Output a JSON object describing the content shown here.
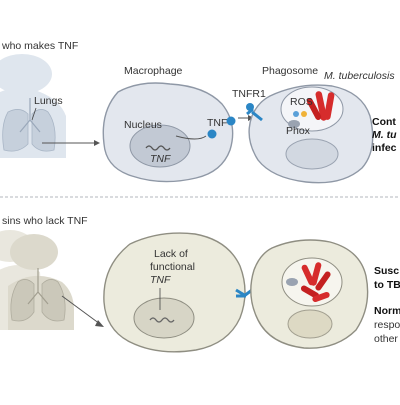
{
  "top_panel": {
    "person_caption": "who makes TNF",
    "lungs_label": "Lungs",
    "macrophage_label": "Macrophage",
    "nucleus_label": "Nucleus",
    "gene_label": "TNF",
    "tnf_label": "TNF",
    "tnfr1_label": "TNFR1",
    "phagosome_label": "Phagosome",
    "mtb_label": "M. tuberculosis",
    "ros_label": "ROS",
    "phox_label": "Phox",
    "outcome_line1": "Cont",
    "outcome_line2": "M. tu",
    "outcome_line3": "infec"
  },
  "bottom_panel": {
    "person_caption": "sins who lack TNF",
    "lack_line1": "Lack of",
    "lack_line2": "functional",
    "lack_line3": "TNF",
    "outcome_bold1": "Susc",
    "outcome_bold2": "to TB",
    "outcome_bold3": "Norm",
    "outcome_line4": "respo",
    "outcome_line5": "other"
  },
  "colors": {
    "background": "#ffffff",
    "top_silhouette": "#dfe6ee",
    "bottom_silhouette": "#e6e4da",
    "cell_top": "#e3e7ee",
    "cell_bottom": "#ecebdd",
    "receptor_blue": "#2b86c5",
    "bacteria_red": "#d62c2c",
    "divider": "#9aa0a6"
  }
}
